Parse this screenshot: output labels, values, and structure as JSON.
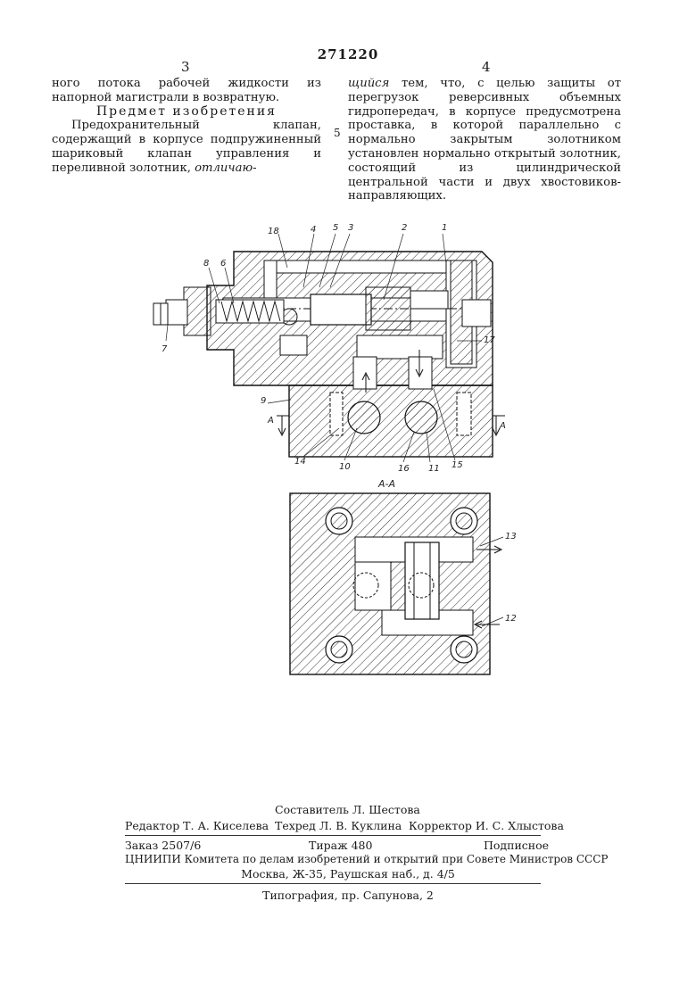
{
  "header": {
    "patent_number": "271220",
    "col_left_no": "3",
    "col_right_no": "4",
    "line_marker": "5"
  },
  "left_column": {
    "para1": "ного потока рабочей жидкости из напорной магистрали в возвратную.",
    "heading": "Предмет изобретения",
    "para2_main": "Предохранительный клапан, содержащий в корпусе подпружиненный шариковый клапан управления и переливной золотник, ",
    "para2_italic": "отличаю-"
  },
  "right_column": {
    "para_italic": "щийся",
    "para_main": " тем, что, с целью защиты от перегрузок реверсивных объемных гидропередач, в корпусе предусмотрена проставка, в которой параллельно с нормально закрытым золотником установлен нормально открытый золотник, состоящий из цилиндрической центральной части и двух хвостовиков-направляющих."
  },
  "figure": {
    "section_title": "А-А",
    "section_mark": "А",
    "labels": [
      "18",
      "4",
      "5",
      "3",
      "2",
      "1",
      "8",
      "6",
      "7",
      "17",
      "9",
      "14",
      "10",
      "16",
      "11",
      "15",
      "13",
      "12"
    ]
  },
  "imprint": {
    "compiler": "Составитель Л. Шестова",
    "editor": "Редактор Т. А. Киселева",
    "techred": "Техред Л. В. Куклина",
    "corrector": "Корректор И. С. Хлыстова",
    "order": "Заказ 2507/6",
    "circulation": "Тираж 480",
    "subscription": "Подписное",
    "institute": "ЦНИИПИ Комитета по делам изобретений и открытий при Совете Министров СССР",
    "address": "Москва, Ж-35, Раушская наб., д. 4/5",
    "printshop": "Типография, пр. Сапунова, 2"
  }
}
